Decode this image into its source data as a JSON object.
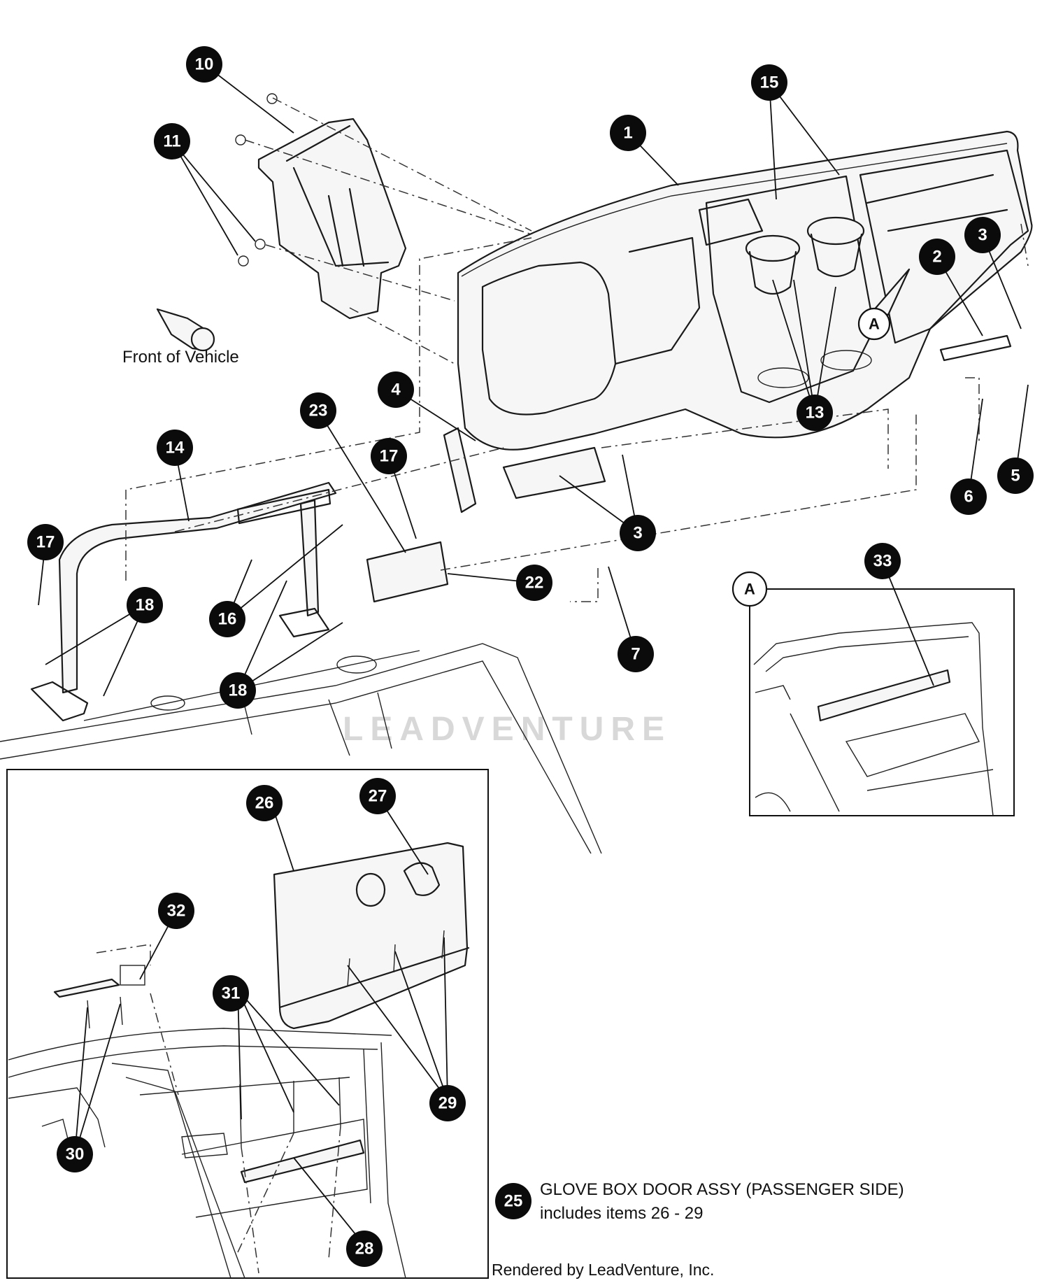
{
  "diagram": {
    "callouts": [
      {
        "id": "c1",
        "label": "1"
      },
      {
        "id": "c2",
        "label": "2"
      },
      {
        "id": "c3a",
        "label": "3"
      },
      {
        "id": "c3b",
        "label": "3"
      },
      {
        "id": "c4",
        "label": "4"
      },
      {
        "id": "c5",
        "label": "5"
      },
      {
        "id": "c6",
        "label": "6"
      },
      {
        "id": "c7",
        "label": "7"
      },
      {
        "id": "c10",
        "label": "10"
      },
      {
        "id": "c11",
        "label": "11"
      },
      {
        "id": "c13",
        "label": "13"
      },
      {
        "id": "c14",
        "label": "14"
      },
      {
        "id": "c15",
        "label": "15"
      },
      {
        "id": "c16",
        "label": "16"
      },
      {
        "id": "c17a",
        "label": "17"
      },
      {
        "id": "c17b",
        "label": "17"
      },
      {
        "id": "c18a",
        "label": "18"
      },
      {
        "id": "c18b",
        "label": "18"
      },
      {
        "id": "c22",
        "label": "22"
      },
      {
        "id": "c23",
        "label": "23"
      },
      {
        "id": "c25",
        "label": "25"
      },
      {
        "id": "c26",
        "label": "26"
      },
      {
        "id": "c27",
        "label": "27"
      },
      {
        "id": "c28",
        "label": "28"
      },
      {
        "id": "c29",
        "label": "29"
      },
      {
        "id": "c30",
        "label": "30"
      },
      {
        "id": "c31",
        "label": "31"
      },
      {
        "id": "c32",
        "label": "32"
      },
      {
        "id": "c33",
        "label": "33"
      }
    ],
    "detail_marker": "A",
    "detail_inset_marker": "A",
    "front_of_vehicle": "Front of Vehicle",
    "assembly_note": {
      "line1": "GLOVE BOX DOOR ASSY (PASSENGER SIDE)",
      "line2": "includes items 26 - 29"
    },
    "credit": "Rendered by LeadVenture, Inc.",
    "watermark": "LEADVENTURE"
  }
}
